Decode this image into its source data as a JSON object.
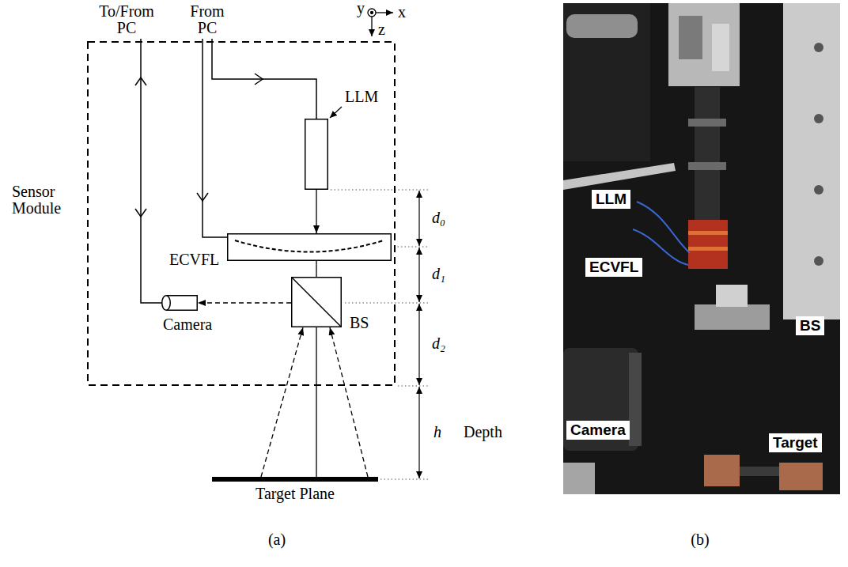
{
  "diagram": {
    "nodes": [
      {
        "text": [
          "Sensor Module"
        ]
      },
      {
        "text": [
          "LLM"
        ],
        "in": 0
      },
      {
        "text": [
          "ECVFL"
        ],
        "in": 0
      },
      {
        "text": [
          "Camera"
        ],
        "in": 0
      },
      {
        "text": [
          "BS"
        ],
        "in": 0
      },
      {
        "text": [
          "Target Plane"
        ]
      },
      {
        "text": [
          "LLM"
        ]
      },
      {
        "text": [
          "ECVFL"
        ]
      },
      {
        "text": [
          "BS"
        ]
      },
      {
        "text": [
          "Camera"
        ]
      },
      {
        "text": [
          "Target"
        ]
      }
    ],
    "edges": [
      {
        "from": 1,
        "to": 2,
        "arrow": "to"
      },
      {
        "from": 2,
        "to": 4,
        "arrow": "none"
      },
      {
        "from": 4,
        "to": 5,
        "arrow": "none"
      },
      {
        "from": 5,
        "to": 4,
        "arrow": "to"
      },
      {
        "from": 5,
        "to": 4,
        "arrow": "to"
      },
      {
        "from": 4,
        "to": 3,
        "arrow": "to"
      }
    ],
    "labels": [
      "To/From PC",
      "From PC",
      "y",
      "x",
      "z",
      "d₀",
      "d₁",
      "d₂",
      "h",
      "Depth",
      "(a)",
      "(b)"
    ]
  }
}
